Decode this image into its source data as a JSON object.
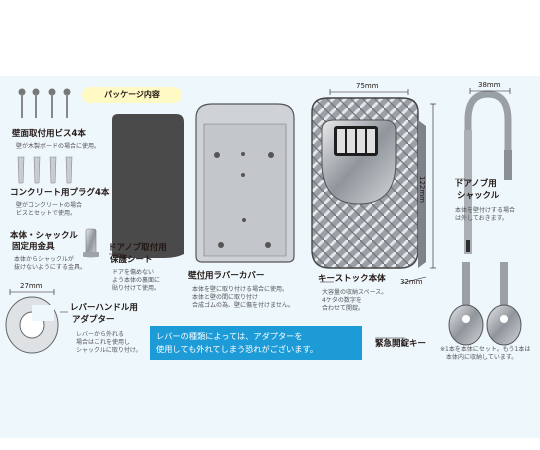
{
  "package_contents": {
    "title": "パッケージ内容",
    "screws": {
      "title": "壁面取付用ビス4本",
      "note_1": "壁が木製ボードの場合に使用。"
    },
    "plugs": {
      "title": "コンクリート用プラグ4本",
      "note_1": "壁がコンクリートの場合",
      "note_2": "ビスとセットで使用。"
    },
    "bracket": {
      "title_1": "本体・シャックル",
      "title_2": "固定用金具",
      "note_1": "本体からシャックルが",
      "note_2": "抜けないようにする金具。"
    },
    "door_sheet": {
      "title_1": "ドアノブ取付用",
      "title_2": "保護シート",
      "note_1": "ドアを傷めない",
      "note_2": "よう本体の裏面に",
      "note_3": "貼り付けて使用。"
    },
    "rubber_cover": {
      "title": "壁付用ラバーカバー",
      "note_1": "本体を壁に取り付ける場合に使用。",
      "note_2": "本体と壁の間に取り付け",
      "note_3": "合成ゴムの為、壁に傷を付けません。"
    },
    "key_stock": {
      "title": "キーストック本体",
      "note_1": "大容量の収納スペース。",
      "note_2": "4ケタの数字を",
      "note_3": "合わせて開錠。"
    },
    "shackle": {
      "title_1": "ドアノブ用",
      "title_2": "シャックル",
      "note_1": "本体を壁付けする場合",
      "note_2": "は外しておきます。"
    },
    "lever_adapter": {
      "title_1": "レバーハンドル用",
      "title_2": "アダプター",
      "note_1": "レバーから外れる",
      "note_2": "場合はこれを使用し",
      "note_3": "シャックルに取り付け。"
    },
    "emergency_key": {
      "title": "緊急開錠キー",
      "note_1": "※1本を本体にセット。もう1本は",
      "note_2": "本体内に収納しています。"
    }
  },
  "dimensions": {
    "width": "75mm",
    "height": "122mm",
    "depth": "32mm",
    "shackle_width": "38mm",
    "adapter_width": "27mm"
  },
  "notice": {
    "line_1": "レバーの種類によっては、アダプターを",
    "line_2": "使用しても外れてしまう恐れがございます。"
  },
  "colors": {
    "accent_blue": "#1d9bd7",
    "background": "#eef7fc",
    "title_badge": "#fff9c4",
    "metal": "#8d9399"
  }
}
